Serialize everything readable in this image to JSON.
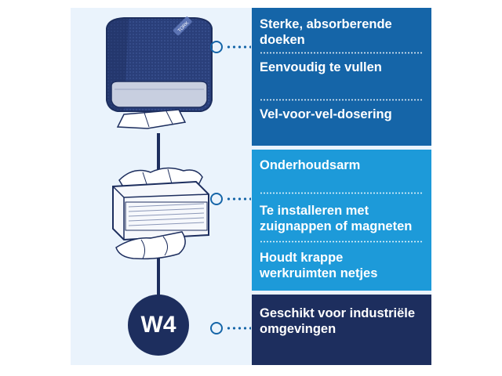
{
  "colors": {
    "panel_bg": "#eaf3fc",
    "box1": "#1565a8",
    "box2": "#1d9ad9",
    "box3": "#1d2e5e",
    "navy": "#1d2e5e"
  },
  "dispenser_top": {
    "brand": "TORK",
    "icon": "towel-dispenser-icon"
  },
  "dispenser_bottom": {
    "icon": "box-dispenser-icon"
  },
  "badge": {
    "label": "W4"
  },
  "box1": {
    "items": [
      "Sterke, absorberende doeken",
      "Eenvoudig te vullen",
      "Vel-voor-vel-dosering"
    ]
  },
  "box2": {
    "items": [
      "Onderhoudsarm",
      "Te installeren met zuignappen of magneten",
      "Houdt krappe werkruimten netjes"
    ]
  },
  "box3": {
    "items": [
      "Geschikt voor industriële omgevingen"
    ]
  }
}
